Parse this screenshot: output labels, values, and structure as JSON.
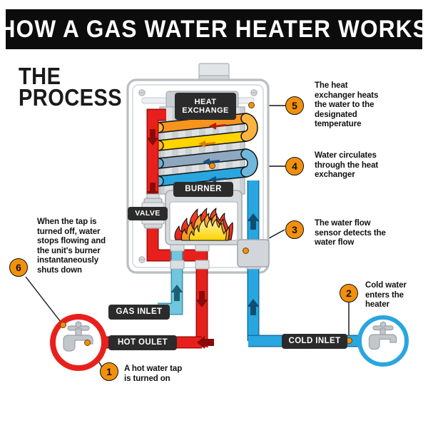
{
  "header": {
    "title": "HOW A GAS WATER HEATER WORKS",
    "banner_bg": "#0c0c0c",
    "banner_text_color": "#ffffff"
  },
  "subtitle": {
    "line1": "THE",
    "line2": "PROCESS"
  },
  "palette": {
    "accent_orange": "#F2900D",
    "hot_red": "#E8201C",
    "cold_blue": "#29A6E0",
    "gas_teal": "#6FC6DE",
    "coil_orange": "#F7941E",
    "coil_yellow": "#FFD400",
    "coil_slate": "#8FA8BF",
    "coil_blue": "#29A6E0",
    "unit_gray": "#D9DCDE",
    "tag_black": "#2b2b2b"
  },
  "diagram": {
    "tags": [
      {
        "id": "heat-exchange",
        "line1": "HEAT",
        "line2": "EXCHANGE"
      },
      {
        "id": "burner",
        "label": "BURNER"
      },
      {
        "id": "valve",
        "label": "VALVE"
      },
      {
        "id": "gas-inlet",
        "label": "GAS INLET"
      },
      {
        "id": "hot-outlet",
        "label": "HOT OULET"
      },
      {
        "id": "cold-inlet",
        "label": "COLD INLET"
      }
    ],
    "coils": [
      {
        "name": "coil-hot-orange",
        "color": "#F7941E",
        "arrow": "left"
      },
      {
        "name": "coil-warm-yellow",
        "color": "#FFD400",
        "arrow": "left"
      },
      {
        "name": "coil-cool-slate",
        "color": "#8FA8BF",
        "arrow": "left"
      },
      {
        "name": "coil-cold-blue",
        "color": "#29A6E0",
        "arrow": "left"
      }
    ],
    "taps": [
      {
        "name": "hot-water-tap",
        "ring_color": "#E8201C"
      },
      {
        "name": "cold-water-tap",
        "ring_color": "#29A6E0"
      }
    ],
    "flow_sensor": {
      "name": "water-flow-sensor"
    }
  },
  "steps": [
    {
      "number": "1",
      "text": "A hot water tap\nis turned on",
      "lines": [
        "A hot water tap",
        "is turned on"
      ]
    },
    {
      "number": "2",
      "text": "Cold water\nenters the\nheater",
      "lines": [
        "Cold water",
        "enters the",
        "heater"
      ]
    },
    {
      "number": "3",
      "text": "The water flow\nsensor detects the\nwater flow",
      "lines": [
        "The water flow",
        "sensor detects the",
        "water flow"
      ]
    },
    {
      "number": "4",
      "text": "Water circulates\nthrough the heat\nexchanger",
      "lines": [
        "Water circulates",
        "through the heat",
        "exchanger"
      ]
    },
    {
      "number": "5",
      "text": "The heat\nexchanger heats\nthe water to the\ndesignated\ntemperature",
      "lines": [
        "The heat",
        "exchanger heats",
        "the water to the",
        "designated",
        "temperature"
      ]
    },
    {
      "number": "6",
      "text": "When the tap is\nturned off, water\nstops flowing and\nthe unit's burner\ninstantaneously\nshuts down",
      "lines": [
        "When the tap is",
        "turned off, water",
        "stops flowing and",
        "the unit's burner",
        "instantaneously",
        "shuts down"
      ]
    }
  ]
}
